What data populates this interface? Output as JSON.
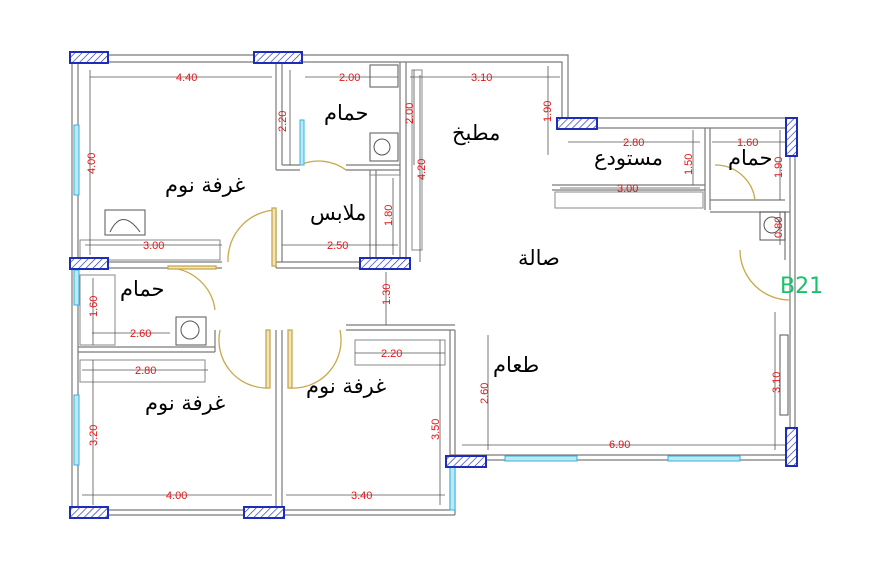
{
  "unit_tag": {
    "label": "B21",
    "color": "#17c36a"
  },
  "colors": {
    "dimension": "#e0161a",
    "column": "#1e2db8",
    "window": "#2fb4e0",
    "door": "#c9a84a"
  },
  "rooms": {
    "bedroom_top": "غرفة نوم",
    "bathroom_top": "حمام",
    "kitchen": "مطبخ",
    "storage": "مستودع",
    "bathroom_right": "حمام",
    "closet": "ملابس",
    "living": "صالة",
    "bathroom_left": "حمام",
    "dining": "طعام",
    "bedroom_bottom_left": "غرفة نوم",
    "bedroom_bottom_mid": "غرفة نوم"
  },
  "dimensions": {
    "top_left_width": "4.40",
    "top_bath_width": "2.00",
    "top_kitchen_width": "3.10",
    "kitchen_height": "1.90",
    "top_bath_depth": "2.20",
    "top_bath_depth_b": "2.00",
    "storage_width": "2.80",
    "right_bath_width": "1.60",
    "storage_depth": "1.50",
    "right_bath_depth": "1.90",
    "storage_inner": "3.00",
    "bedroom_height": "4.00",
    "corridor_height": "4.20",
    "closet_depth": "1.80",
    "bedroom_width": "3.00",
    "closet_width": "2.50",
    "right_bath_lower": "0.80",
    "corridor_gap": "1.30",
    "left_bath_depth": "1.60",
    "left_bath_width": "2.60",
    "dining_wall": "2.20",
    "left_strip": "2.80",
    "dining_depth": "2.60",
    "bottom_left_depth": "3.20",
    "bottom_mid_depth": "3.50",
    "right_wall": "3.10",
    "dining_width": "6.90",
    "bottom_left_width": "4.00",
    "bottom_mid_width": "3.40"
  }
}
